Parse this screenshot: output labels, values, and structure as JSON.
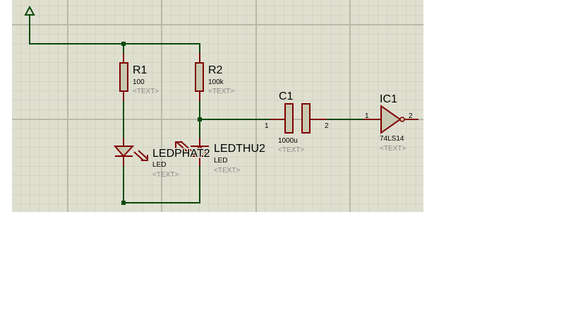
{
  "components": [
    {
      "ref": "R1",
      "value": "100",
      "text": "<TEXT>"
    },
    {
      "ref": "R2",
      "value": "100k",
      "text": "<TEXT>"
    },
    {
      "ref": "C1",
      "value": "1000u",
      "text": "<TEXT>",
      "pins": [
        "1",
        "2"
      ]
    },
    {
      "ref": "IC1",
      "value": "74LS14",
      "text": "<TEXT>",
      "pins": [
        "1",
        "2"
      ]
    },
    {
      "ref": "LEDPHAT2",
      "value": "LED",
      "text": "<TEXT>"
    },
    {
      "ref": "LEDTHU2",
      "value": "LED",
      "text": "<TEXT>"
    }
  ],
  "colors": {
    "wire": "#0a4a0a",
    "component": "#800000",
    "fill": "#c8c8b0",
    "sheet": "#dfdfd0",
    "grid": "#c6c6b6"
  }
}
